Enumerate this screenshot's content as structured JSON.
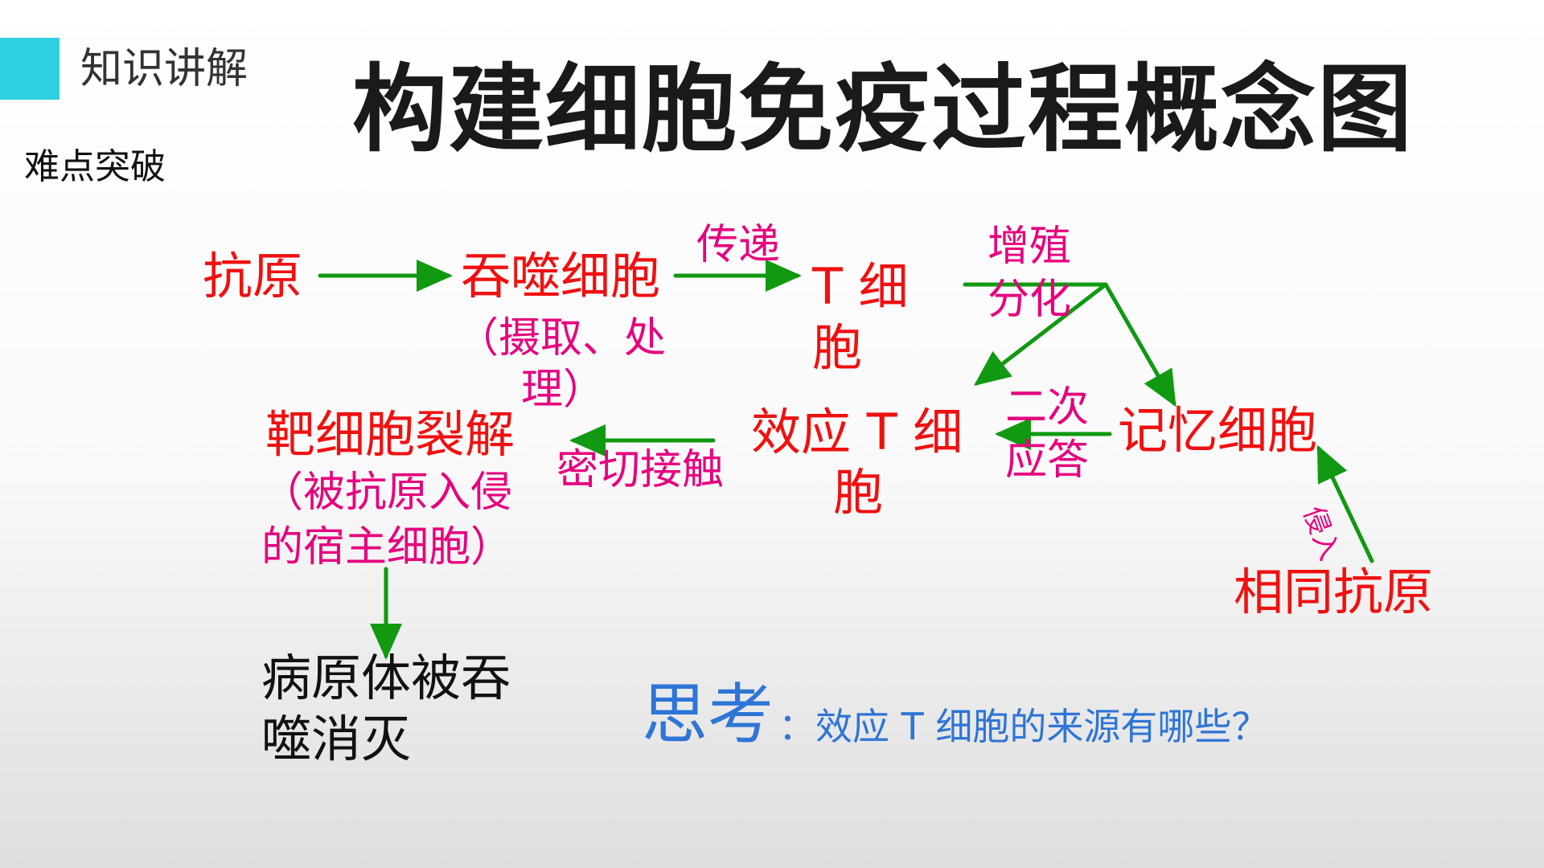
{
  "header": {
    "section_label": "知识讲解",
    "sub_label": "难点突破",
    "title": "构建细胞免疫过程概念图"
  },
  "nodes": {
    "antigen": "抗原",
    "phagocyte": "吞噬细胞",
    "phagocyte_note_1": "（摄取、处",
    "phagocyte_note_2": "理）",
    "t_cell_1": "T 细",
    "t_cell_2": "胞",
    "effector_t_1": "效应 T 细",
    "effector_t_2": "胞",
    "memory_cell": "记忆细胞",
    "same_antigen": "相同抗原",
    "target_lysis": "靶细胞裂解",
    "target_note_1": "（被抗原入侵",
    "target_note_2": "的宿主细胞）",
    "pathogen_1": "病原体被吞",
    "pathogen_2": "噬消灭"
  },
  "edge_labels": {
    "transmit": "传递",
    "proliferate_1": "增殖",
    "proliferate_2": "分化",
    "secondary_1": "二次",
    "secondary_2": "应答",
    "close_contact": "密切接触",
    "invade": "侵入"
  },
  "think": {
    "title": "思考",
    "question": "：效应 T 细胞的来源有哪些？"
  },
  "colors": {
    "accent": "#2ed0e2",
    "node_text": "#f01010",
    "note_text": "#e6007e",
    "arrow": "#119911",
    "think_text": "#2e75d6",
    "dark_text": "#111111"
  }
}
